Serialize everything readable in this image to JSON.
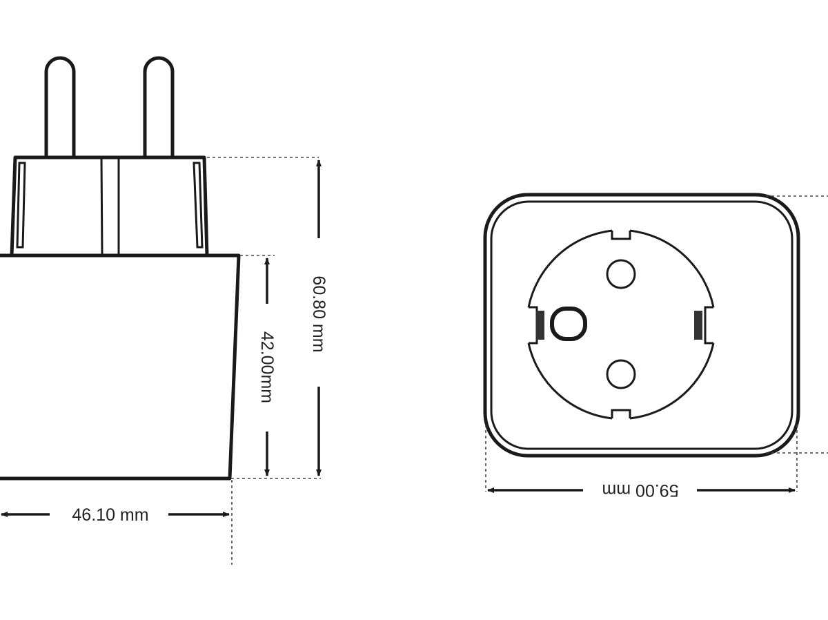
{
  "side_view": {
    "height_total": "60.80 mm",
    "height_body": "42.00mm",
    "width": "46.10 mm"
  },
  "front_view": {
    "width": "59.00 mm"
  },
  "line_color": "#1a1a1a"
}
